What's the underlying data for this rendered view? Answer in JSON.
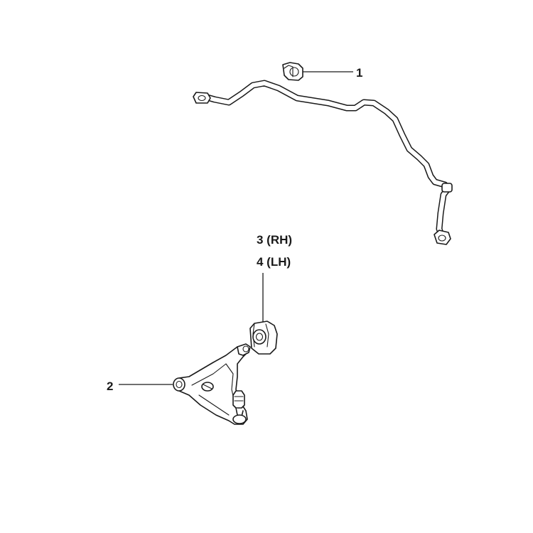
{
  "callouts": {
    "item_1": "1",
    "item_2": "2",
    "item_3": "3 (RH)",
    "item_4": "4 (LH)"
  },
  "colors": {
    "line": "#1a1a1a",
    "background": "#ffffff"
  }
}
